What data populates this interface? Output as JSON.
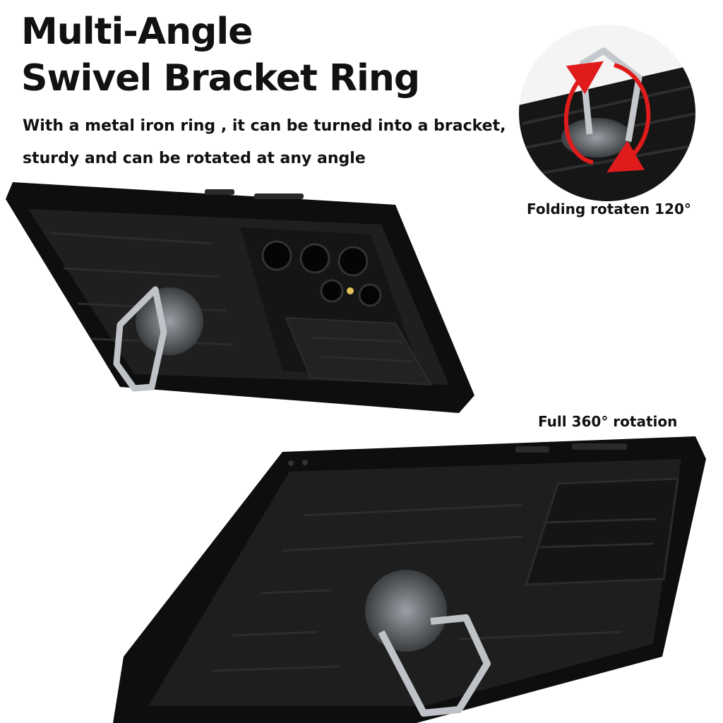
{
  "headline": {
    "line1": "Multi-Angle",
    "line2": "Swivel Bracket Ring"
  },
  "subheadline": {
    "line1": "With a metal iron ring , it can be turned into a bracket,",
    "line2": "sturdy and can be rotated at any angle"
  },
  "callouts": [
    {
      "caption": "Folding rotaten 120°",
      "icon": "folding-ring-closeup"
    },
    {
      "caption": "Full 360° rotation",
      "icon": "rotating-ring-closeup"
    }
  ],
  "colors": {
    "case": "#1b1b1b",
    "case_edge": "#0c0c0c",
    "ring": "#bfc3c7",
    "arrow": "#e01b1b",
    "text": "#111111"
  }
}
